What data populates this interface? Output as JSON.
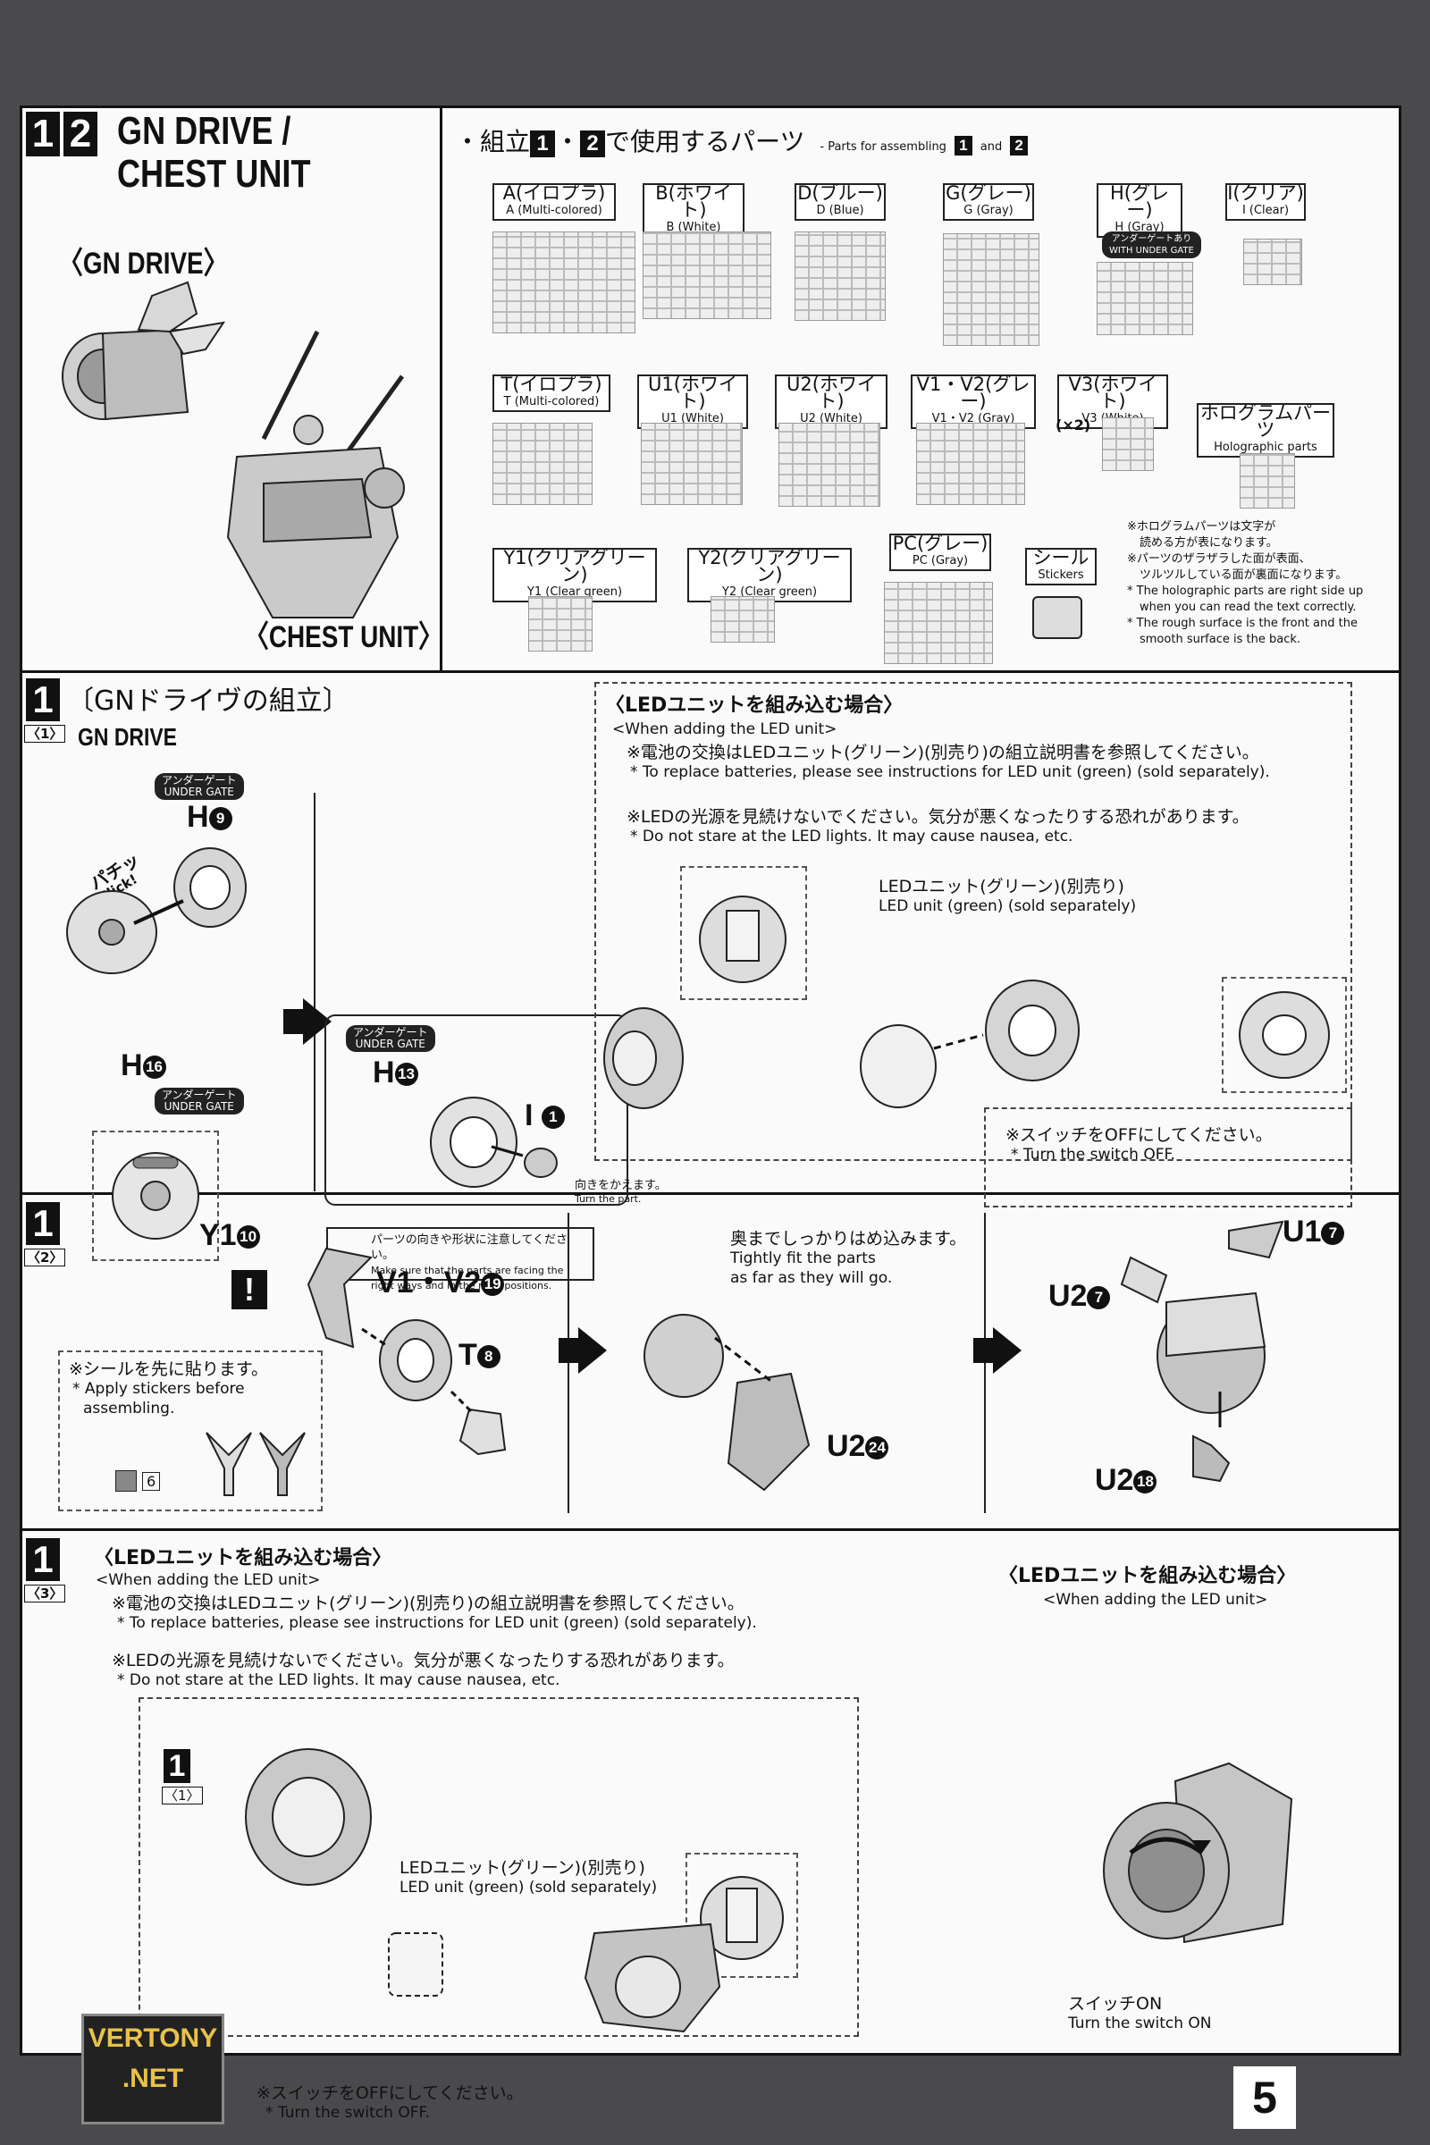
{
  "header": {
    "step_numbers": [
      "1",
      "2"
    ],
    "title_line1": "GN DRIVE /",
    "title_line2": "CHEST UNIT",
    "gn_drive_label": "〈GN DRIVE〉",
    "chest_unit_label": "〈CHEST UNIT〉"
  },
  "parts": {
    "heading_jp_prefix": "・組立",
    "heading_n1": "1",
    "heading_dot": "・",
    "heading_n2": "2",
    "heading_jp_suffix": "で使用するパーツ",
    "heading_en_prefix": "- Parts for assembling",
    "heading_en_n1": "1",
    "heading_en_and": "and",
    "heading_en_n2": "2",
    "runners": [
      {
        "jp": "A(イロプラ)",
        "en": "A (Multi-colored)"
      },
      {
        "jp": "B(ホワイト)",
        "en": "B (White)"
      },
      {
        "jp": "D(ブルー)",
        "en": "D (Blue)"
      },
      {
        "jp": "G(グレー)",
        "en": "G (Gray)"
      },
      {
        "jp": "H(グレー)",
        "en": "H (Gray)"
      },
      {
        "jp": "I(クリア)",
        "en": "I (Clear)"
      },
      {
        "jp": "T(イロプラ)",
        "en": "T (Multi-colored)"
      },
      {
        "jp": "U1(ホワイト)",
        "en": "U1 (White)"
      },
      {
        "jp": "U2(ホワイト)",
        "en": "U2 (White)"
      },
      {
        "jp": "V1・V2(グレー)",
        "en": "V1・V2 (Gray)"
      },
      {
        "jp": "V3(ホワイト)",
        "en": "V3 (White)"
      },
      {
        "jp": "ホログラムパーツ",
        "en": "Holographic parts"
      },
      {
        "jp": "Y1(クリアグリーン)",
        "en": "Y1 (Clear green)"
      },
      {
        "jp": "Y2(クリアグリーン)",
        "en": "Y2 (Clear green)"
      },
      {
        "jp": "PC(グレー)",
        "en": "PC (Gray)"
      },
      {
        "jp": "シール",
        "en": "Stickers"
      }
    ],
    "under_gate_badge_jp": "アンダーゲートあり",
    "under_gate_badge_en": "WITH UNDER GATE",
    "v3_count": "(×2)",
    "holo_notes": [
      "※ホログラムパーツは文字が",
      "読める方が表になります。",
      "※パーツのザラザラした面が表面、",
      "ツルツルしている面が裏面になります。",
      "* The holographic parts are right side up",
      "when you can read the text correctly.",
      "* The rough surface is the front and the",
      "smooth surface is the back."
    ]
  },
  "step1": {
    "num": "1",
    "title": "〔GNドライヴの組立〕",
    "sub_num": "〈1〉",
    "sub_title": "GN DRIVE",
    "under_gate_jp": "アンダーゲート",
    "under_gate_en": "UNDER GATE",
    "part_h9": "H",
    "part_h9_num": "9",
    "part_h16": "H",
    "part_h16_num": "16",
    "part_h13": "H",
    "part_h13_num": "13",
    "part_i1": "I",
    "part_i1_num": "1",
    "click_jp": "パチッ",
    "click_en": "Click!",
    "turn_jp": "向きをかえます。",
    "turn_en": "Turn the part.",
    "caution_jp": "パーツの向きや形状に注意してください。",
    "caution_en1": "Make sure that the parts are facing the",
    "caution_en2": "right ways and in the right positions.",
    "led_title": "〈LEDユニットを組み込む場合〉",
    "led_en": "<When adding the LED unit>",
    "led_note1_jp": "※電池の交換はLEDユニット(グリーン)(別売り)の組立説明書を参照してください。",
    "led_note1_en": "* To replace batteries, please see instructions for LED unit (green) (sold separately).",
    "led_note2_jp": "※LEDの光源を見続けないでください。気分が悪くなったりする恐れがあります。",
    "led_note2_en": "* Do not stare at the LED lights. It may cause nausea, etc.",
    "led_unit_jp": "LEDユニット(グリーン)(別売り)",
    "led_unit_en": "LED unit (green) (sold separately)",
    "switch_off_jp": "※スイッチをOFFにしてください。",
    "switch_off_en": "* Turn the switch OFF."
  },
  "step2": {
    "num": "1",
    "sub_num": "〈2〉",
    "y1": "Y1",
    "y1_num": "10",
    "v1v2": "V1・V2",
    "v1v2_num": "19",
    "t": "T",
    "t_num": "8",
    "sticker_jp": "※シールを先に貼ります。",
    "sticker_en1": "* Apply stickers before",
    "sticker_en2": "assembling.",
    "sticker_num": "6",
    "fit_jp": "奥までしっかりはめ込みます。",
    "fit_en1": "Tightly fit the parts",
    "fit_en2": "as far as they will go.",
    "u2_24": "U2",
    "u2_24_num": "24",
    "u1": "U1",
    "u1_num": "7",
    "u2_7": "U2",
    "u2_7_num": "7",
    "u2_18": "U2",
    "u2_18_num": "18"
  },
  "step3": {
    "num": "1",
    "sub_num": "〈3〉",
    "led_title": "〈LEDユニットを組み込む場合〉",
    "led_en": "<When adding the LED unit>",
    "led_note1_jp": "※電池の交換はLEDユニット(グリーン)(別売り)の組立説明書を参照してください。",
    "led_note1_en": "* To replace batteries, please see instructions for LED unit (green) (sold separately).",
    "led_note2_jp": "※LEDの光源を見続けないでください。気分が悪くなったりする恐れがあります。",
    "led_note2_en": "* Do not stare at the LED lights. It may cause nausea, etc.",
    "ref_num": "1",
    "ref_sub": "〈1〉",
    "led_unit_jp": "LEDユニット(グリーン)(別売り)",
    "led_unit_en": "LED unit (green) (sold separately)",
    "switch_off_jp": "※スイッチをOFFにしてください。",
    "switch_off_en": "* Turn the switch OFF.",
    "right_title": "〈LEDユニットを組み込む場合〉",
    "right_en": "<When adding the LED unit>",
    "switch_on_jp": "スイッチON",
    "switch_on_en": "Turn the switch ON"
  },
  "watermark": {
    "line1": "VERTONY",
    "line2": ".NET"
  },
  "page_number": "5"
}
